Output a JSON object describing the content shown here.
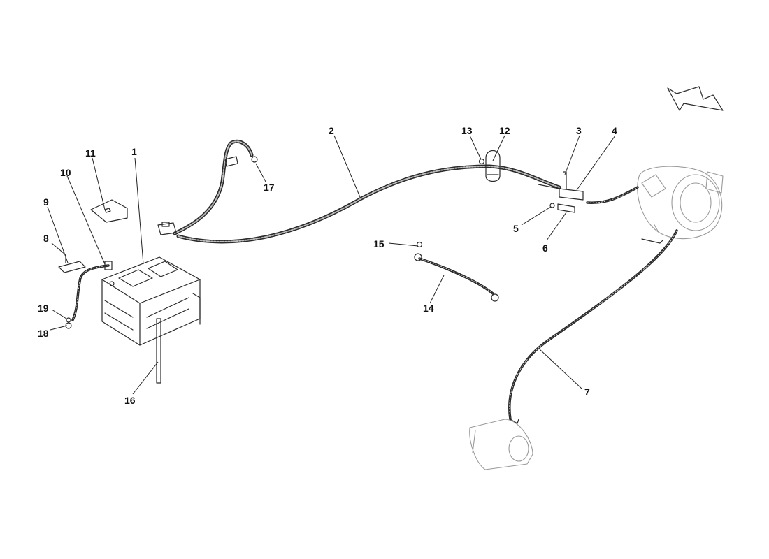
{
  "callouts": [
    {
      "id": "c1",
      "label": "1"
    },
    {
      "id": "c2",
      "label": "2"
    },
    {
      "id": "c3",
      "label": "3"
    },
    {
      "id": "c4",
      "label": "4"
    },
    {
      "id": "c5",
      "label": "5"
    },
    {
      "id": "c6",
      "label": "6"
    },
    {
      "id": "c7",
      "label": "7"
    },
    {
      "id": "c8",
      "label": "8"
    },
    {
      "id": "c9",
      "label": "9"
    },
    {
      "id": "c10",
      "label": "10"
    },
    {
      "id": "c11",
      "label": "11"
    },
    {
      "id": "c12",
      "label": "12"
    },
    {
      "id": "c13",
      "label": "13"
    },
    {
      "id": "c14",
      "label": "14"
    },
    {
      "id": "c15",
      "label": "15"
    },
    {
      "id": "c16",
      "label": "16"
    },
    {
      "id": "c17",
      "label": "17"
    },
    {
      "id": "c18",
      "label": "18"
    },
    {
      "id": "c19",
      "label": "19"
    }
  ],
  "icons": {
    "direction_arrow": "direction-arrow-icon"
  },
  "colors": {
    "line": "#2a2a2a",
    "background": "#ffffff"
  }
}
